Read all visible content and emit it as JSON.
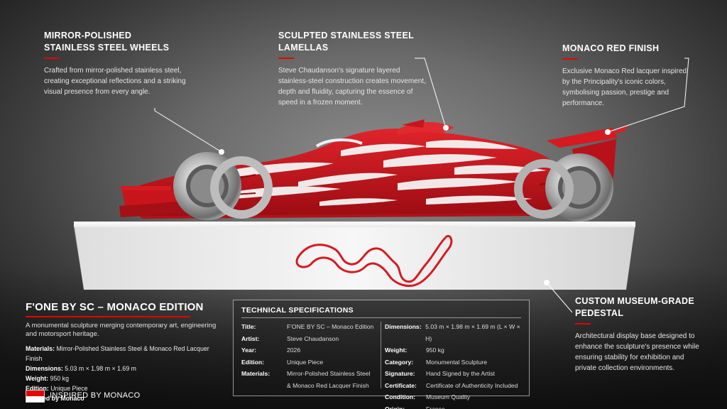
{
  "callouts": {
    "wheels": {
      "title_line1": "MIRROR-POLISHED",
      "title_line2": "STAINLESS STEEL WHEELS",
      "body": "Crafted from mirror-polished stainless steel, creating exceptional reflections and a striking visual presence from every angle."
    },
    "lamellas": {
      "title_line1": "SCULPTED STAINLESS STEEL",
      "title_line2": "LAMELLAS",
      "body": "Steve Chaudanson's signature layered stainless-steel construction creates movement, depth and fluidity, capturing the essence of speed in a frozen moment."
    },
    "finish": {
      "title_line1": "MONACO RED FINISH",
      "body": "Exclusive Monaco Red lacquer inspired by the Principality's iconic colors, symbolising passion, prestige and performance."
    },
    "pedestal": {
      "title_line1": "CUSTOM MUSEUM-GRADE",
      "title_line2": "PEDESTAL",
      "body": "Architectural display base designed to enhance the sculpture's presence while ensuring stability for exhibition and private collection environments."
    }
  },
  "intro": {
    "title": "F'ONE BY SC – MONACO EDITION",
    "tagline": "A monumental sculpture merging contemporary art, engineering and motorsport heritage.",
    "materials_label": "Materials:",
    "materials_value": "Mirror-Polished Stainless Steel & Monaco Red Lacquer Finish",
    "dimensions_label": "Dimensions:",
    "dimensions_value": "5.03 m × 1.98 m × 1.69 m",
    "weight_label": "Weight:",
    "weight_value": "950 kg",
    "edition_label": "Edition:",
    "edition_value": "Unique Piece",
    "inspired": "Inspired by Monaco"
  },
  "flag": {
    "label": "INSPIRED BY MONACO",
    "top_color": "#e10600",
    "bottom_color": "#ffffff"
  },
  "specs": {
    "title": "TECHNICAL SPECIFICATIONS",
    "left": [
      {
        "label": "Title:",
        "value": "F'ONE BY SC – Monaco Edition"
      },
      {
        "label": "Artist:",
        "value": "Steve Chaudanson"
      },
      {
        "label": "Year:",
        "value": "2026"
      },
      {
        "label": "Edition:",
        "value": "Unique Piece"
      },
      {
        "label": "Materials:",
        "value": "Mirror-Polished Stainless Steel"
      }
    ],
    "materials_line2": "& Monaco Red Lacquer Finish",
    "right": [
      {
        "label": "Dimensions:",
        "value": "5.03 m × 1.98 m × 1.69 m (L × W × H)"
      },
      {
        "label": "Weight:",
        "value": "950 kg"
      },
      {
        "label": "Category:",
        "value": "Monumental Sculpture"
      },
      {
        "label": "Signature:",
        "value": "Hand Signed by the Artist"
      },
      {
        "label": "Certificate:",
        "value": "Certificate of Authenticity Included"
      },
      {
        "label": "Condition:",
        "value": "Museum Quality"
      },
      {
        "label": "Origin:",
        "value": "France"
      }
    ]
  },
  "colors": {
    "accent": "#e10600",
    "lacquer": "#c8141b",
    "pedestal": "#f2f2f2"
  },
  "icons": {
    "flag": "monaco-flag-icon"
  }
}
